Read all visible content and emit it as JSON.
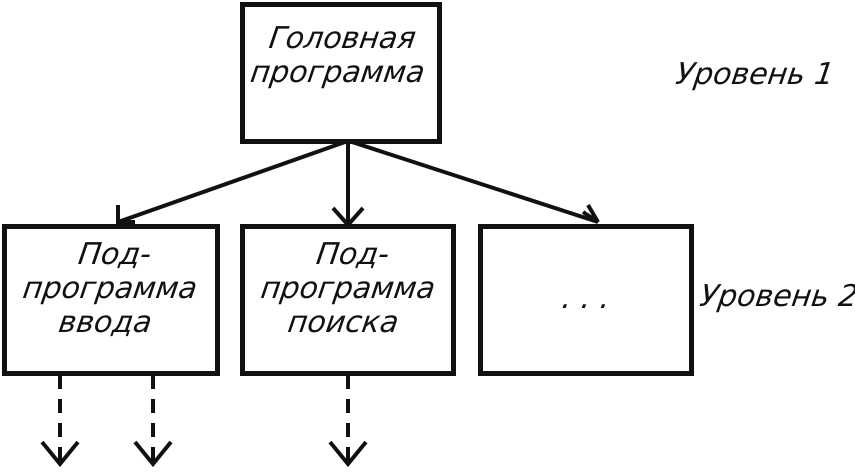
{
  "nodes": {
    "head": "Головная программа",
    "input": "Под- программа ввода",
    "search": "Под- программа поиска",
    "more": ". . ."
  },
  "levels": {
    "level1": "Уровень 1",
    "level2": "Уровень 2"
  }
}
